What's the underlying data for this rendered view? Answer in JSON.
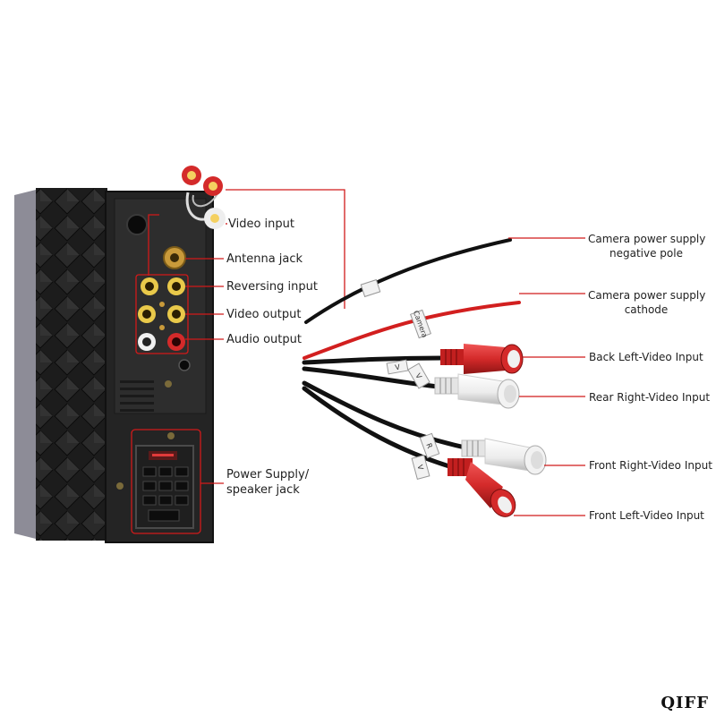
{
  "colors": {
    "leader": "#d11a1a",
    "unit_body": "#1a1a1a",
    "panel": "#2b2b2b",
    "side": "#8d8c97",
    "rca_yellow": "#e9c94a",
    "rca_red": "#d42a2a",
    "rca_white": "#ececec",
    "wire_black": "#111111",
    "wire_red": "#d21f1f"
  },
  "left_labels": {
    "video_input": "Video input",
    "antenna_jack": "Antenna jack",
    "reversing_input": "Reversing input",
    "video_output": "Video output",
    "audio_output": "Audio output",
    "power_supply_line1": "Power Supply/",
    "power_supply_line2": "speaker jack"
  },
  "right_labels": {
    "camera_negative_line1": "Camera power supply",
    "camera_negative_line2": "negative pole",
    "camera_cathode_line1": "Camera power supply",
    "camera_cathode_line2": "cathode",
    "back_left_video": "Back Left-Video Input",
    "rear_right_video": "Rear Right-Video Input",
    "front_right_video": "Front Right-Video Input",
    "front_left_video": "Front Left-Video Input"
  },
  "cable_tags": {
    "tag1": "",
    "tag2": "Camera",
    "tag3": "V",
    "tag4": "V",
    "tag5": "R",
    "tag6": "V"
  },
  "watermark": "QIFF"
}
